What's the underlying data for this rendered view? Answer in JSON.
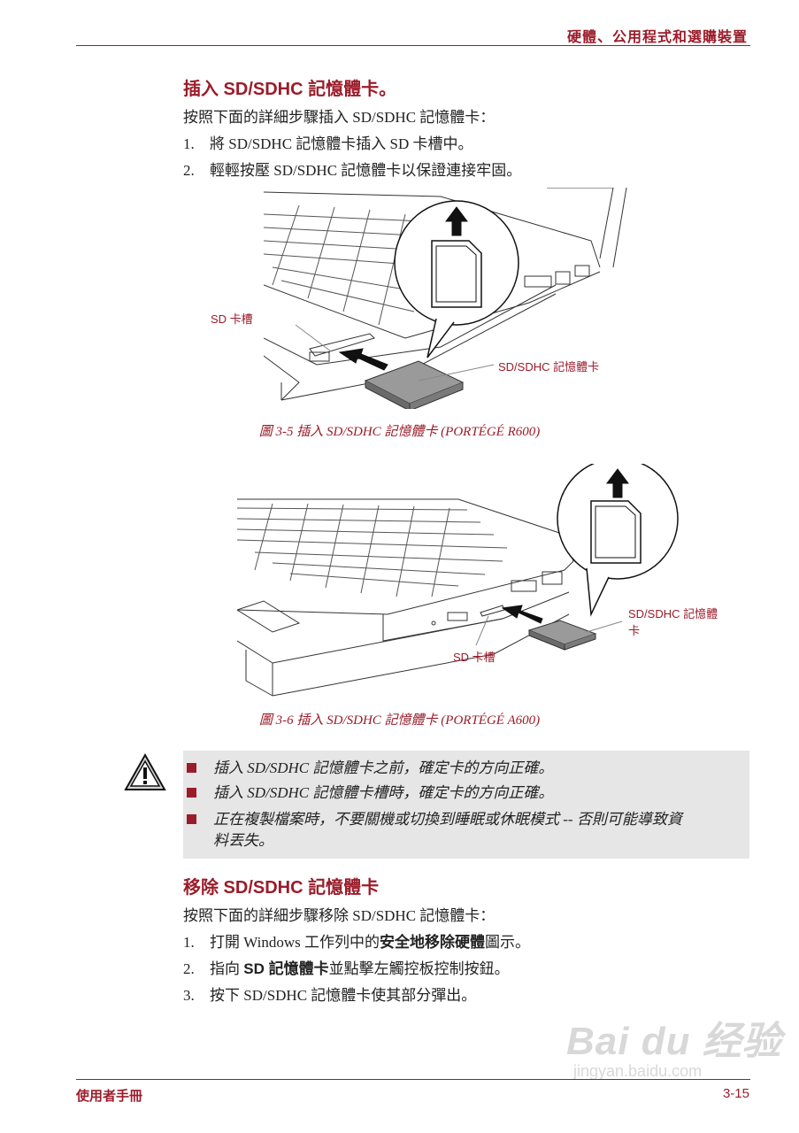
{
  "header": {
    "title": "硬體、公用程式和選購裝置"
  },
  "insert_section": {
    "heading": "插入 SD/SDHC 記憶體卡。",
    "intro": "按照下面的詳細步驟插入 SD/SDHC 記憶體卡：",
    "steps": [
      {
        "num": "1.",
        "text": "將 SD/SDHC 記憶體卡插入 SD 卡槽中。"
      },
      {
        "num": "2.",
        "text": "輕輕按壓 SD/SDHC 記憶體卡以保證連接牢固。"
      }
    ]
  },
  "figure1": {
    "label_slot": "SD 卡槽",
    "label_card": "SD/SDHC 記憶體卡",
    "caption": "圖 3-5 插入 SD/SDHC 記憶體卡 (PORTÉGÉ R600)"
  },
  "figure2": {
    "label_card_line1": "SD/SDHC 記憶體",
    "label_card_line2": "卡",
    "label_slot": "SD 卡槽",
    "caption": "圖 3-6 插入 SD/SDHC 記憶體卡 (PORTÉGÉ A600)"
  },
  "warnings": {
    "items": [
      {
        "text": "插入 SD/SDHC 記憶體卡之前，確定卡的方向正確。"
      },
      {
        "text": "插入 SD/SDHC 記憶體卡槽時，確定卡的方向正確。"
      },
      {
        "line1": "正在複製檔案時，不要關機或切換到睡眠或休眠模式 -- 否則可能導致資",
        "line2": "料丟失。"
      }
    ]
  },
  "remove_section": {
    "heading": "移除 SD/SDHC 記憶體卡",
    "intro": "按照下面的詳細步驟移除 SD/SDHC 記憶體卡：",
    "steps": [
      {
        "num": "1.",
        "pre": "打開 Windows 工作列中的",
        "bold": "安全地移除硬體",
        "post": "圖示。"
      },
      {
        "num": "2.",
        "pre": "指向 ",
        "bold": "SD 記憶體卡",
        "post": "並點擊左觸控板控制按鈕。"
      },
      {
        "num": "3.",
        "text": "按下 SD/SDHC 記憶體卡使其部分彈出。"
      }
    ]
  },
  "footer": {
    "left": "使用者手冊",
    "right": "3-15"
  },
  "watermark": {
    "main": "Bai du 经验",
    "sub": "jingyan.baidu.com"
  }
}
